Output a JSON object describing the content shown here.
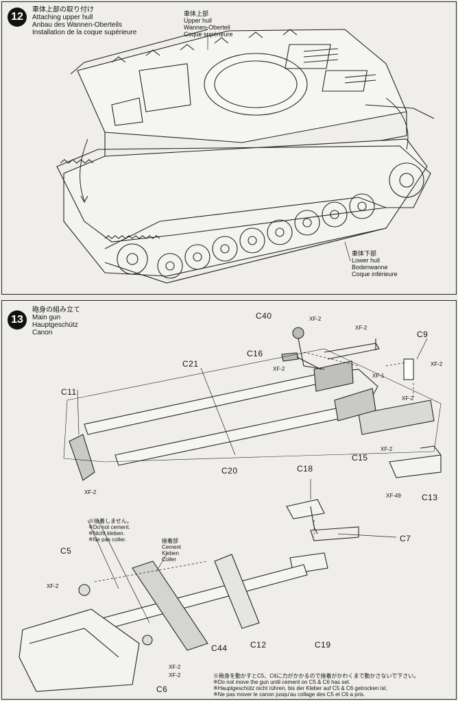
{
  "step12": {
    "number": "12",
    "title_jp": "車体上部の取り付け",
    "title_en": "Attaching upper hull",
    "title_de": "Anbau des Wannen-Oberteils",
    "title_fr": "Installation de la coque supérieure",
    "upper": [
      "車体上部",
      "Upper hull",
      "Wannen-Oberteil",
      "Coque supérieure"
    ],
    "lower": [
      "車体下部",
      "Lower hull",
      "Bodenwanne",
      "Coque inférieure"
    ]
  },
  "step13": {
    "number": "13",
    "title_jp": "砲身の組み立て",
    "title_en": "Main gun",
    "title_de": "Hauptgeschütz",
    "title_fr": "Canon",
    "parts": {
      "c40": "C40",
      "c16": "C16",
      "c21": "C21",
      "c11": "C11",
      "c20": "C20",
      "c9": "C9",
      "c15": "C15",
      "c13": "C13",
      "c18": "C18",
      "c7": "C7",
      "c5": "C5",
      "c44": "C44",
      "c12": "C12",
      "c19": "C19",
      "c6": "C6"
    },
    "paints": {
      "xf2": "XF-2",
      "xf1": "XF-1",
      "xf49": "XF-49"
    },
    "no_cement": [
      "※接着しません。",
      "※Do not cement.",
      "※Nicht kleben.",
      "※Ne pas coller."
    ],
    "cement": [
      "接着部",
      "Cement",
      "Kleben",
      "Coller"
    ],
    "bottom_note": [
      "※砲身を動かすとC5、C6に力がかかるので接着がかわくまで動かさないで下さい。",
      "※Do not move the gun until cement on C5 & C6 has set.",
      "※Hauptgeschütz nicht rühren, bis der Kleber auf C5 & C6 getrocken ist.",
      "※Ne pas mover le canon jusqu'au collage des C5 et C6 a pris."
    ]
  }
}
